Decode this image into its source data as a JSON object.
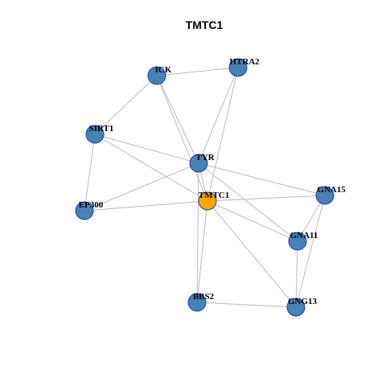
{
  "title": "TMTC1",
  "colors": {
    "node_fill": "#4682b4",
    "node_stroke": "#1c3fb8",
    "center_fill": "#ffa500",
    "edge": "#b3b3b3"
  },
  "nodes": [
    {
      "id": "TMTC1",
      "label": "TMTC1",
      "center": true
    },
    {
      "id": "TYR",
      "label": "TYR"
    },
    {
      "id": "ICK",
      "label": "ICK"
    },
    {
      "id": "HTRA2",
      "label": "HTRA2"
    },
    {
      "id": "SIRT1",
      "label": "SIRT1"
    },
    {
      "id": "EP300",
      "label": "EP300"
    },
    {
      "id": "GNA15",
      "label": "GNA15"
    },
    {
      "id": "GNA11",
      "label": "GNA11"
    },
    {
      "id": "BBS2",
      "label": "BBS2"
    },
    {
      "id": "GNG13",
      "label": "GNG13"
    }
  ],
  "edges": [
    [
      "ICK",
      "HTRA2"
    ],
    [
      "ICK",
      "SIRT1"
    ],
    [
      "ICK",
      "TYR"
    ],
    [
      "ICK",
      "TMTC1"
    ],
    [
      "HTRA2",
      "TYR"
    ],
    [
      "HTRA2",
      "TMTC1"
    ],
    [
      "SIRT1",
      "TYR"
    ],
    [
      "SIRT1",
      "TMTC1"
    ],
    [
      "SIRT1",
      "EP300"
    ],
    [
      "TYR",
      "EP300"
    ],
    [
      "TYR",
      "GNA15"
    ],
    [
      "TYR",
      "GNA11"
    ],
    [
      "TYR",
      "BBS2"
    ],
    [
      "TYR",
      "TMTC1"
    ],
    [
      "TMTC1",
      "EP300"
    ],
    [
      "TMTC1",
      "GNA15"
    ],
    [
      "TMTC1",
      "GNA11"
    ],
    [
      "TMTC1",
      "BBS2"
    ],
    [
      "TMTC1",
      "GNG13"
    ],
    [
      "GNA15",
      "GNA11"
    ],
    [
      "GNA15",
      "GNG13"
    ],
    [
      "GNA11",
      "GNG13"
    ],
    [
      "BBS2",
      "GNG13"
    ]
  ]
}
